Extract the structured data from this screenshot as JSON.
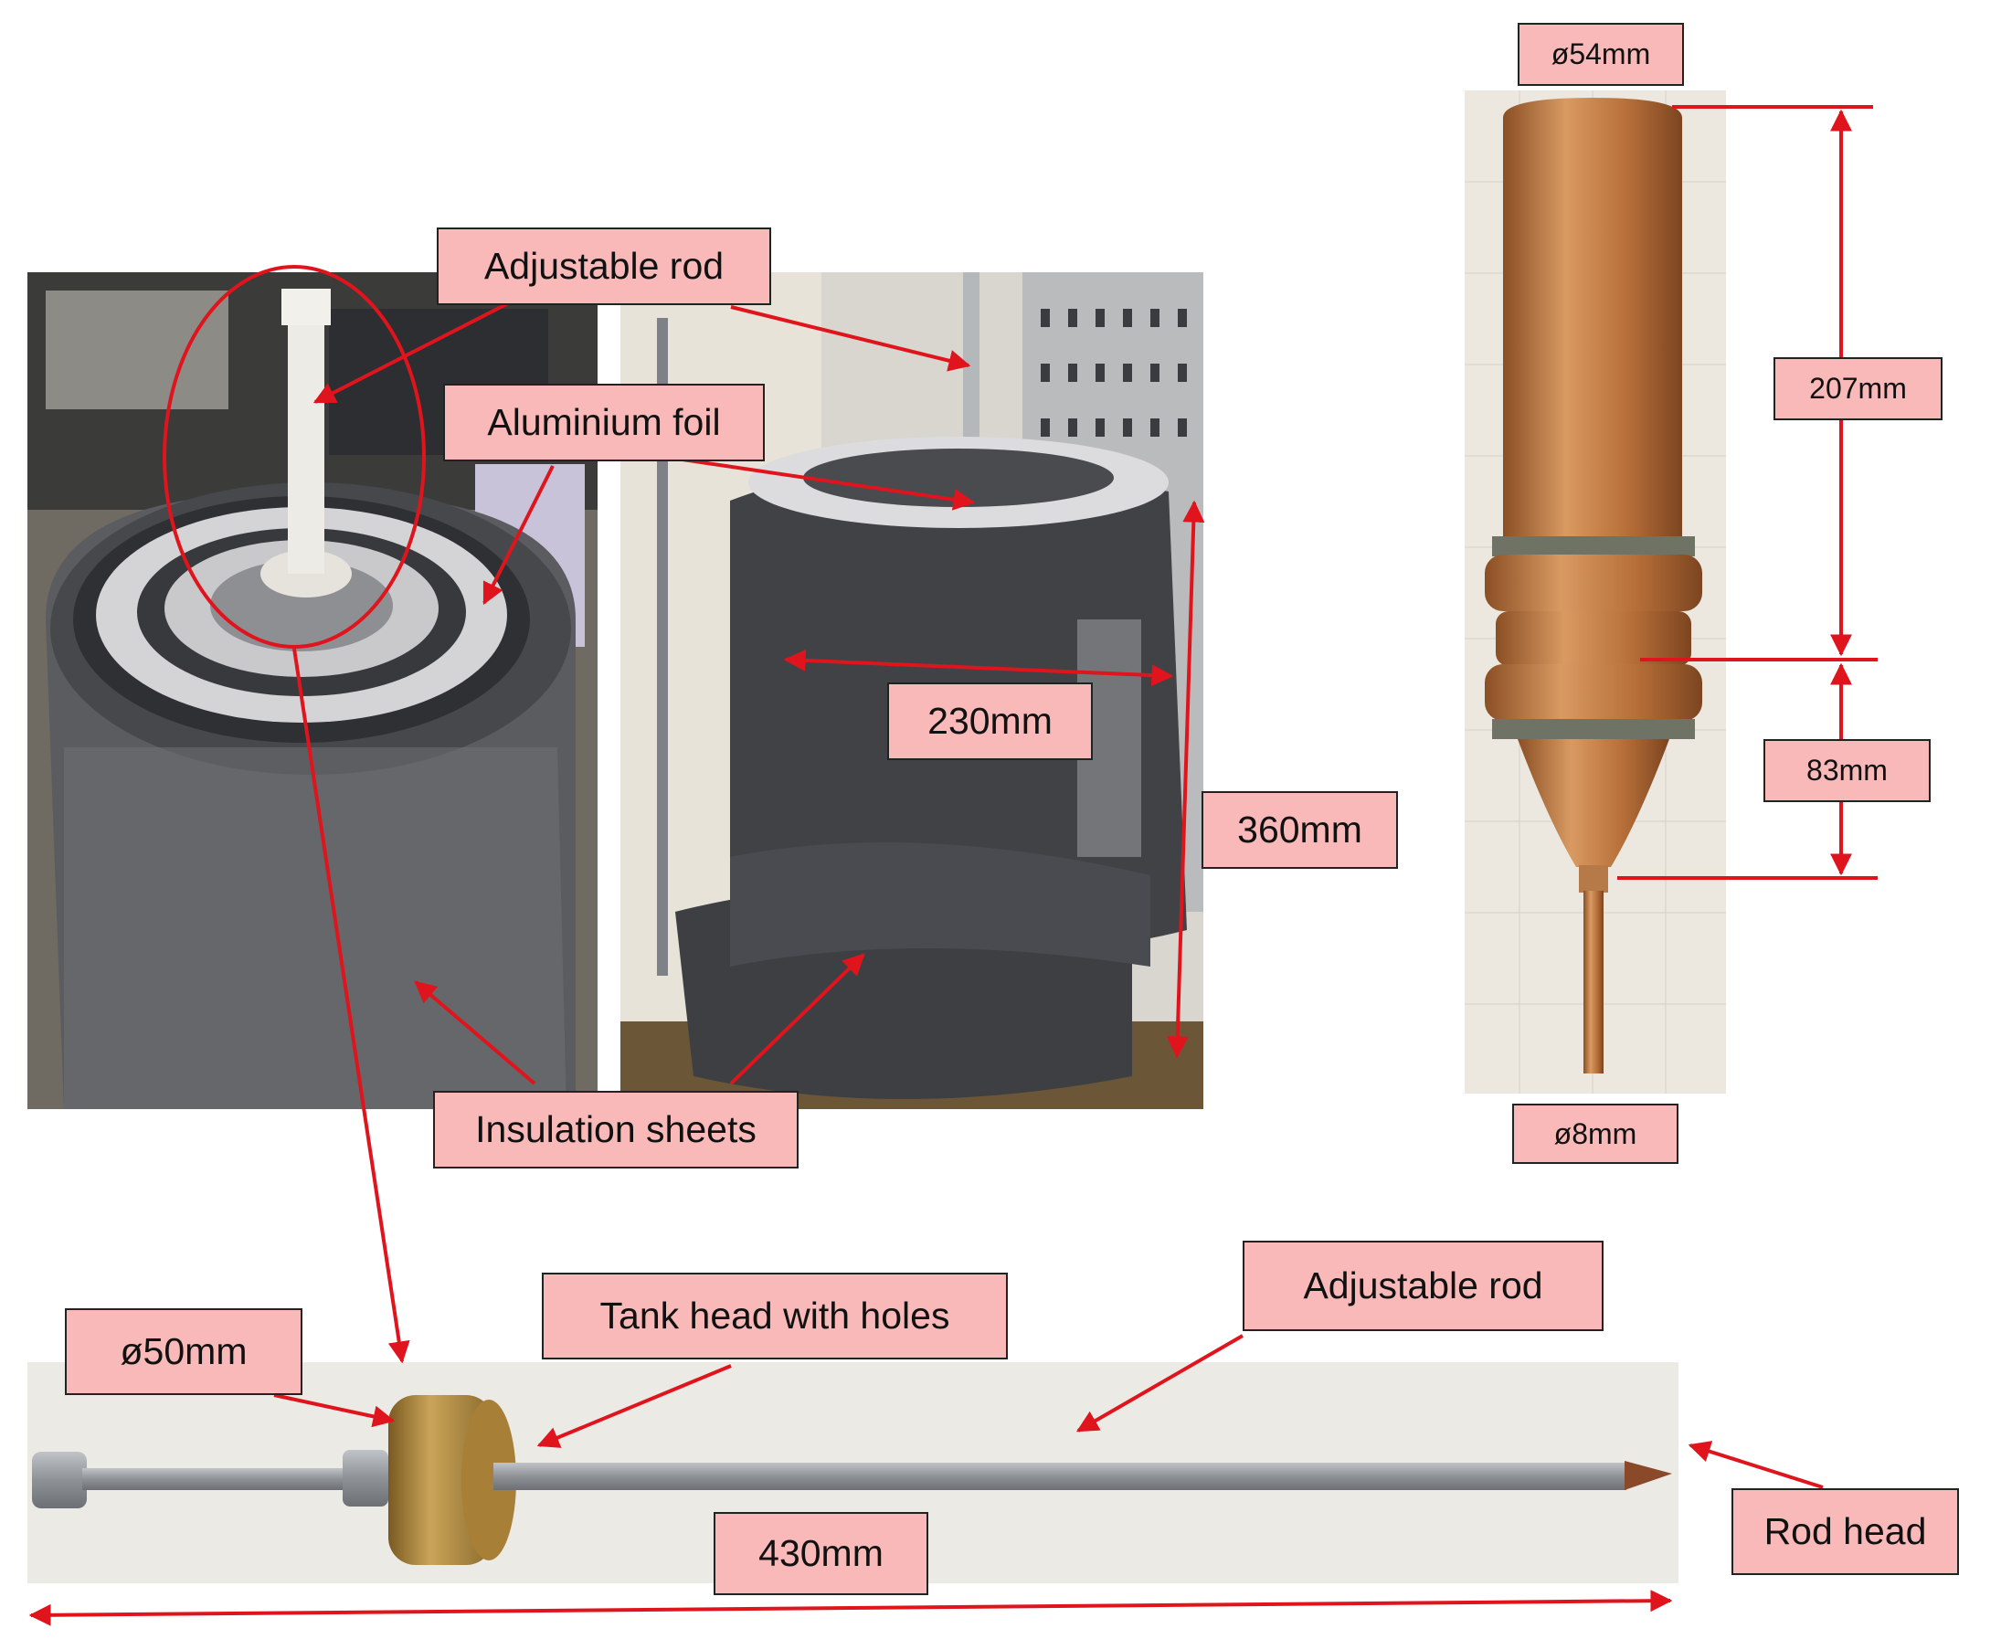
{
  "colors": {
    "label_fill": "#f9b9b9",
    "arrow": "#e0141c",
    "copper": "#c47a3f",
    "insulation": "#55575c",
    "rod": "#9a9ea3",
    "brass": "#b08a3e"
  },
  "labels": {
    "adjustable_rod_top": "Adjustable rod",
    "aluminium_foil": "Aluminium foil",
    "insulation_sheets": "Insulation sheets",
    "dim_230": "230mm",
    "dim_360": "360mm",
    "dia_54": "ø54mm",
    "dim_207": "207mm",
    "dim_83": "83mm",
    "dia_8": "ø8mm",
    "dia_50": "ø50mm",
    "tank_head": "Tank head with holes",
    "adjustable_rod_bottom": "Adjustable rod",
    "rod_head": "Rod head",
    "dim_430": "430mm"
  }
}
